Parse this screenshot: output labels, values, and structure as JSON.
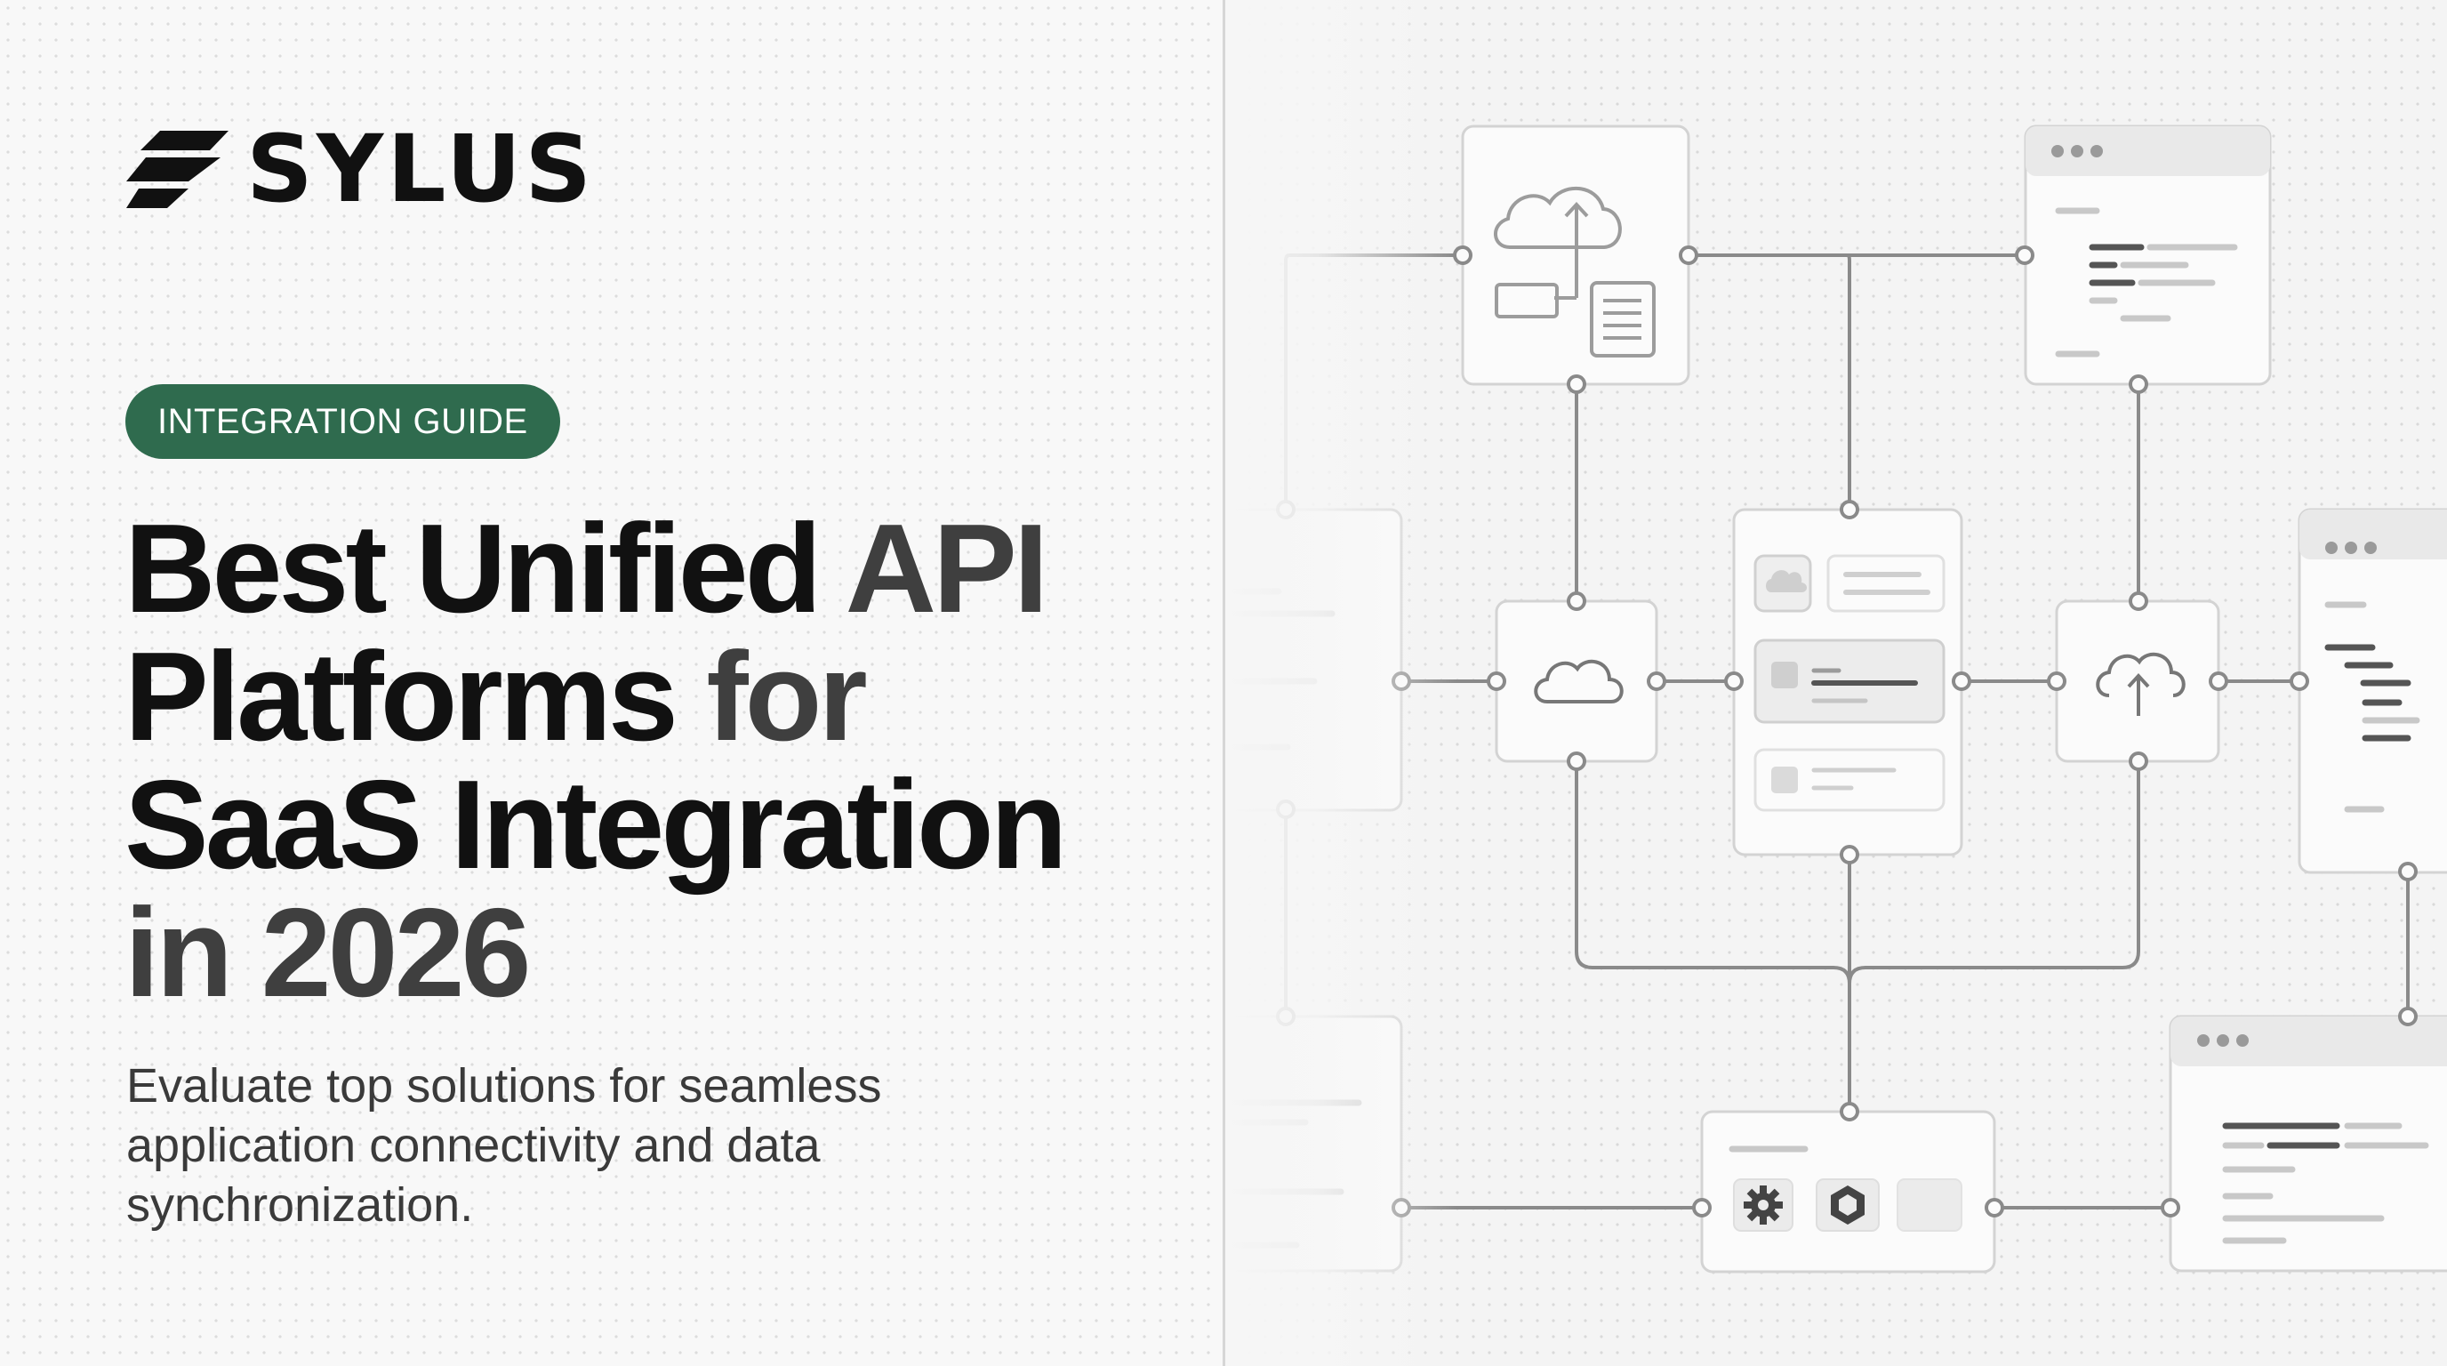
{
  "brand": {
    "name": "SYLUS",
    "mark_icon": "slanted-stripes-logo-icon"
  },
  "badge": {
    "label": "INTEGRATION GUIDE",
    "color": "#2f6b4e"
  },
  "headline": {
    "line1_a": "Best Unified ",
    "line1_b": "API",
    "line2_a": "Platforms ",
    "line2_b": "for",
    "line3": "SaaS Integration",
    "line4": "in 2026"
  },
  "subtitle": "Evaluate top solutions for seamless application connectivity and data synchronization.",
  "diagram": {
    "icons": [
      "cloud-upload-icon",
      "code-window-icon",
      "cloud-icon",
      "list-panel-icon",
      "gear-icon",
      "hexagon-icon"
    ]
  },
  "colors": {
    "accent": "#2f6b4e",
    "text": "#111111",
    "muted_text": "#3f3f3f",
    "line": "#8a8a8a"
  }
}
